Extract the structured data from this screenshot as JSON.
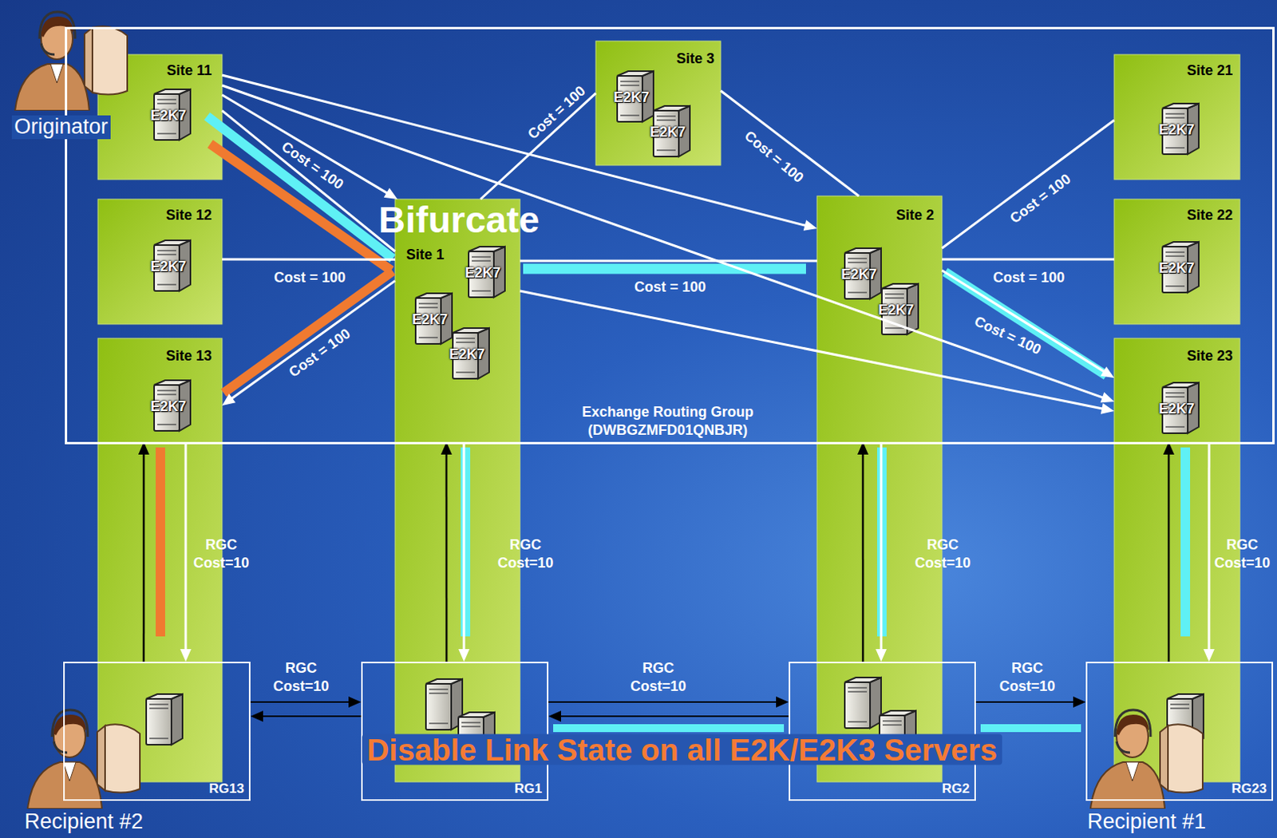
{
  "diagram": {
    "nodes": [
      {
        "text": [
          "Exchange Routing Group (DWBGZMFD01QNBJR)"
        ]
      },
      {
        "text": [
          "Site 11",
          "E2K7"
        ],
        "in": 0
      },
      {
        "text": [
          "Site 3",
          "E2K7",
          "E2K7"
        ],
        "in": 0
      },
      {
        "text": [
          "Site 21",
          "E2K7"
        ],
        "in": 0
      },
      {
        "text": [
          "Site 12",
          "E2K7"
        ],
        "in": 0
      },
      {
        "text": [
          "Site 1",
          "E2K7",
          "E2K7",
          "E2K7"
        ],
        "in": 0
      },
      {
        "text": [
          "Site 2",
          "E2K7",
          "E2K7"
        ],
        "in": 0
      },
      {
        "text": [
          "Site 22",
          "E2K7"
        ],
        "in": 0
      },
      {
        "text": [
          "Site 13",
          "E2K7"
        ],
        "in": 0
      },
      {
        "text": [
          "Site 23",
          "E2K7"
        ],
        "in": 0
      },
      {
        "text": [
          "RG13"
        ]
      },
      {
        "text": [
          "RG1"
        ]
      },
      {
        "text": [
          "RG2"
        ]
      },
      {
        "text": [
          "RG23"
        ]
      }
    ],
    "edges": [
      {
        "from": 1,
        "to": 5,
        "arrow": "to"
      },
      {
        "from": 1,
        "to": 5,
        "label": "Cost = 100",
        "arrow": "none"
      },
      {
        "from": 1,
        "to": 6,
        "arrow": "to"
      },
      {
        "from": 1,
        "to": 9,
        "arrow": "to"
      },
      {
        "from": 4,
        "to": 5,
        "label": "Cost = 100",
        "arrow": "none"
      },
      {
        "from": 5,
        "to": 9,
        "arrow": "to"
      },
      {
        "from": 5,
        "to": 8,
        "label": "Cost = 100",
        "arrow": "to"
      },
      {
        "from": 5,
        "to": 6,
        "label": "Cost = 100",
        "arrow": "none"
      },
      {
        "from": 5,
        "to": 2,
        "label": "Cost = 100",
        "arrow": "none"
      },
      {
        "from": 2,
        "to": 6,
        "label": "Cost = 100",
        "arrow": "none"
      },
      {
        "from": 6,
        "to": 3,
        "label": "Cost = 100",
        "arrow": "none"
      },
      {
        "from": 6,
        "to": 7,
        "label": "Cost = 100",
        "arrow": "none"
      },
      {
        "from": 6,
        "to": 9,
        "label": "Cost = 100",
        "arrow": "to"
      },
      {
        "from": 10,
        "to": 8,
        "arrow": "to"
      },
      {
        "from": 8,
        "to": 10,
        "label": "RGC Cost=10",
        "arrow": "to"
      },
      {
        "from": 11,
        "to": 5,
        "arrow": "to"
      },
      {
        "from": 5,
        "to": 11,
        "label": "RGC Cost=10",
        "arrow": "to"
      },
      {
        "from": 12,
        "to": 6,
        "arrow": "to"
      },
      {
        "from": 6,
        "to": 12,
        "label": "RGC Cost=10",
        "arrow": "to"
      },
      {
        "from": 13,
        "to": 9,
        "arrow": "to"
      },
      {
        "from": 9,
        "to": 13,
        "label": "RGC Cost=10",
        "arrow": "to"
      },
      {
        "from": 10,
        "to": 11,
        "label": "RGC Cost=10",
        "arrow": "to"
      },
      {
        "from": 11,
        "to": 10,
        "arrow": "to"
      },
      {
        "from": 11,
        "to": 12,
        "label": "RGC Cost=10",
        "arrow": "to"
      },
      {
        "from": 12,
        "to": 11,
        "arrow": "to"
      },
      {
        "from": 12,
        "to": 13,
        "label": "RGC Cost=10",
        "arrow": "to"
      }
    ],
    "labels": [
      "Originator",
      "Bifurcate",
      "Recipient #2",
      "Recipient #1",
      "Disable Link State on all E2K/E2K3 Servers"
    ]
  }
}
